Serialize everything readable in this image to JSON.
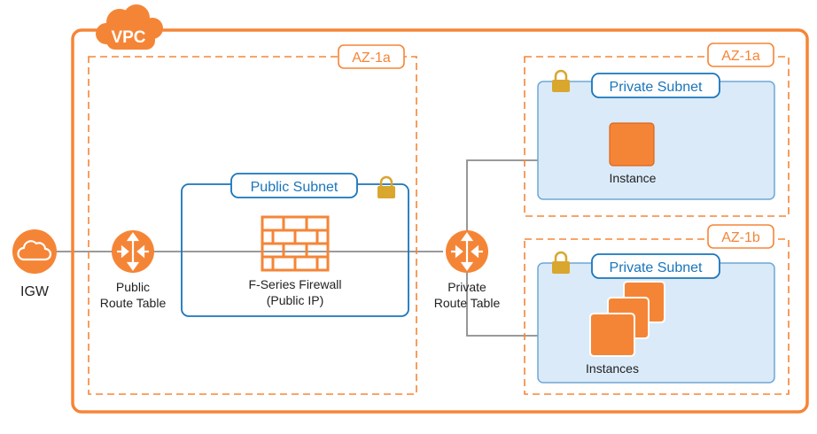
{
  "vpc": {
    "label": "VPC"
  },
  "igw": {
    "label": "IGW"
  },
  "public_route_table": {
    "line1": "Public",
    "line2": "Route Table"
  },
  "private_route_table": {
    "line1": "Private",
    "line2": "Route Table"
  },
  "az_left": {
    "label": "AZ-1a"
  },
  "az_right_top": {
    "label": "AZ-1a"
  },
  "az_right_bottom": {
    "label": "AZ-1b"
  },
  "public_subnet": {
    "label": "Public Subnet"
  },
  "firewall": {
    "line1": "F-Series Firewall",
    "line2": "(Public IP)"
  },
  "private_subnet_top": {
    "label": "Private Subnet",
    "instance_label": "Instance"
  },
  "private_subnet_bottom": {
    "label": "Private Subnet",
    "instance_label": "Instances"
  },
  "colors": {
    "aws_orange": "#F58536",
    "subnet_blue": "#1A75BB",
    "subnet_fill": "#DAEAF8",
    "lock_gold": "#D9A62E",
    "line_gray": "#8C8C8C"
  }
}
